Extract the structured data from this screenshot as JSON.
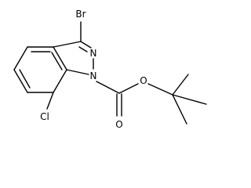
{
  "molecule": {
    "atoms": {
      "bromine": "Br",
      "nitrogen_2": "N",
      "nitrogen_1": "N",
      "chlorine": "Cl",
      "ester_oxygen": "O",
      "carbonyl_oxygen": "O"
    }
  },
  "colors": {
    "bond": "#000000",
    "label": "#000000",
    "background": "#ffffff"
  }
}
